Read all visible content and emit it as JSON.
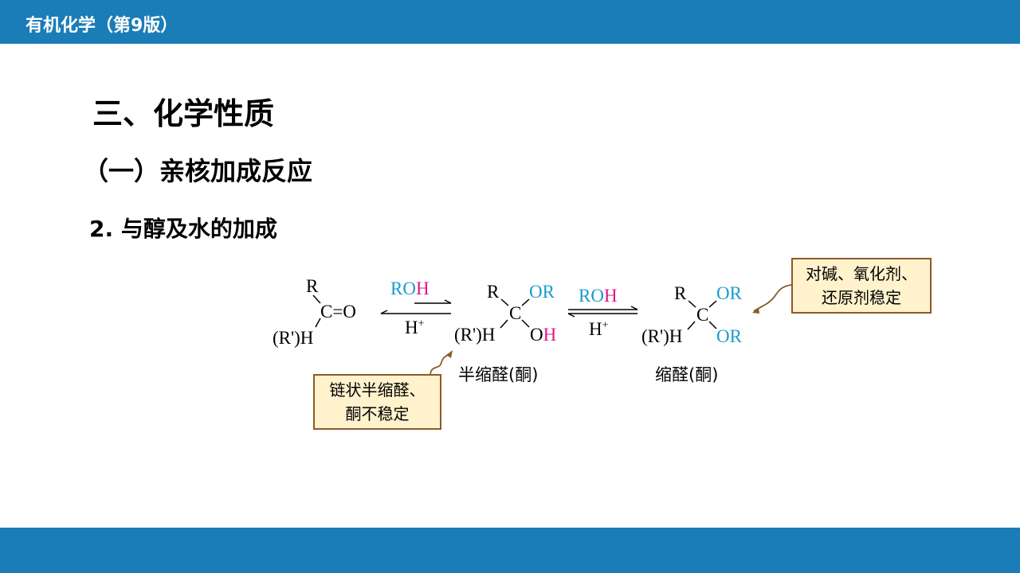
{
  "header": {
    "title": "有机化学（第9版）"
  },
  "slide": {
    "heading1": "三、化学性质",
    "heading2": "（一）亲核加成反应",
    "heading3": "2. 与醇及水的加成"
  },
  "reaction": {
    "reactant": {
      "r": "R",
      "c": "C=O",
      "rh": "(R')H"
    },
    "step1": {
      "reagent_ro": "RO",
      "reagent_h": "H",
      "catalyst": "H",
      "catalyst_sup": "+"
    },
    "hemiacetal": {
      "r": "R",
      "c": "C",
      "rh": "(R')H",
      "or": "OR",
      "o": "O",
      "h": "H",
      "label": "半缩醛(酮)"
    },
    "step2": {
      "reagent_ro": "RO",
      "reagent_h": "H",
      "catalyst": "H",
      "catalyst_sup": "+"
    },
    "acetal": {
      "r": "R",
      "c": "C",
      "rh": "(R')H",
      "or1": "OR",
      "or2": "OR",
      "label": "缩醛(酮)"
    }
  },
  "notes": {
    "hemiacetal_note": [
      "链状半缩醛、",
      "酮不稳定"
    ],
    "acetal_note": [
      "对碱、氧化剂、",
      "还原剂稳定"
    ]
  },
  "colors": {
    "bar": "#1a7db8",
    "blue": "#1a9ccc",
    "magenta": "#e0168c"
  }
}
